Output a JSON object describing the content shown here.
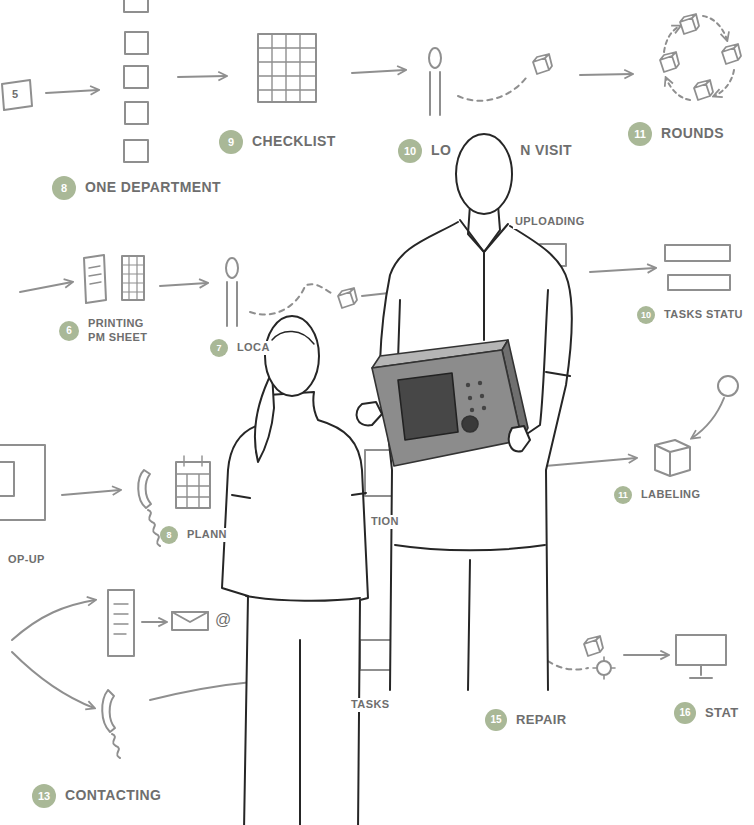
{
  "diagram": {
    "nodes": [
      {
        "text": [
          "9",
          "CHECKLIST"
        ]
      },
      {
        "text": [
          "10",
          "LO",
          "N VISIT"
        ]
      },
      {
        "text": [
          "11",
          "ROUNDS"
        ]
      },
      {
        "text": [
          "8",
          "ONE DEPARTMENT"
        ]
      },
      {
        "text": [
          "10",
          "TASKS STATU"
        ]
      },
      {
        "text": [
          "6",
          "PRINTING PM SHEET"
        ]
      },
      {
        "text": [
          "7",
          "LOCA"
        ]
      },
      {
        "text": [
          "11",
          "LABELING"
        ]
      },
      {
        "text": [
          "8",
          "PLANN"
        ]
      },
      {
        "text": [
          "15",
          "REPAIR"
        ]
      },
      {
        "text": [
          "16",
          "STAT"
        ]
      },
      {
        "text": [
          "13",
          "CONTACTING"
        ]
      }
    ],
    "labels": [
      "5",
      "UPLOADING",
      "TION",
      "OP-UP",
      "@",
      "TASKS"
    ]
  }
}
